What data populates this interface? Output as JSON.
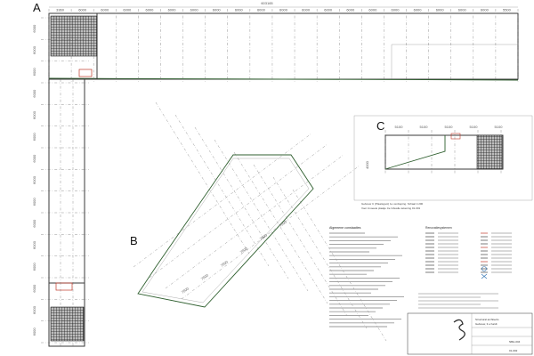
{
  "sections": [
    {
      "letter": "A"
    },
    {
      "letter": "B"
    },
    {
      "letter": "C"
    }
  ],
  "top_dims": {
    "total": "603165",
    "segments": [
      "3360",
      "6000",
      "6000",
      "6000",
      "6000",
      "6000",
      "6000",
      "6000",
      "6000",
      "6000",
      "6000",
      "6000",
      "6000",
      "6000",
      "6000",
      "6000",
      "6000",
      "6000",
      "6000",
      "6000",
      "5500"
    ]
  },
  "left_dims": [
    "6000",
    "6000",
    "6000",
    "6000",
    "6000",
    "6000",
    "6000",
    "6000",
    "6000",
    "6000",
    "6000",
    "6000",
    "6000",
    "6000",
    "6000"
  ],
  "c_dims": [
    "5100",
    "5100",
    "5100",
    "5100",
    "5100"
  ],
  "c_vertical": "4000",
  "b_dims": [
    "7500",
    "7500",
    "7500",
    "7500",
    "7500",
    "7500"
  ],
  "c_caption": {
    "line1": "Gebouw C (Plaatsgoot) 1e verdieping. Schaal 1:200",
    "line2": "Voor invoeele plaatje zie Gbuatle tekening 01-001"
  },
  "notes": {
    "heading": "Algemene constaaties",
    "lines_count_hint": "text block"
  },
  "legend": {
    "heading": "Renovatiesystemen"
  },
  "title_block": {
    "company": "Structural architects",
    "project": "Gebouw, 3 e hardt",
    "drawing_no": "01-002",
    "sheet": "NBH-004"
  },
  "colors": {
    "wall": "#3a3a3a",
    "green_wall": "#2f5f2f",
    "grid": "#666666",
    "red_marker": "#c0392b"
  }
}
